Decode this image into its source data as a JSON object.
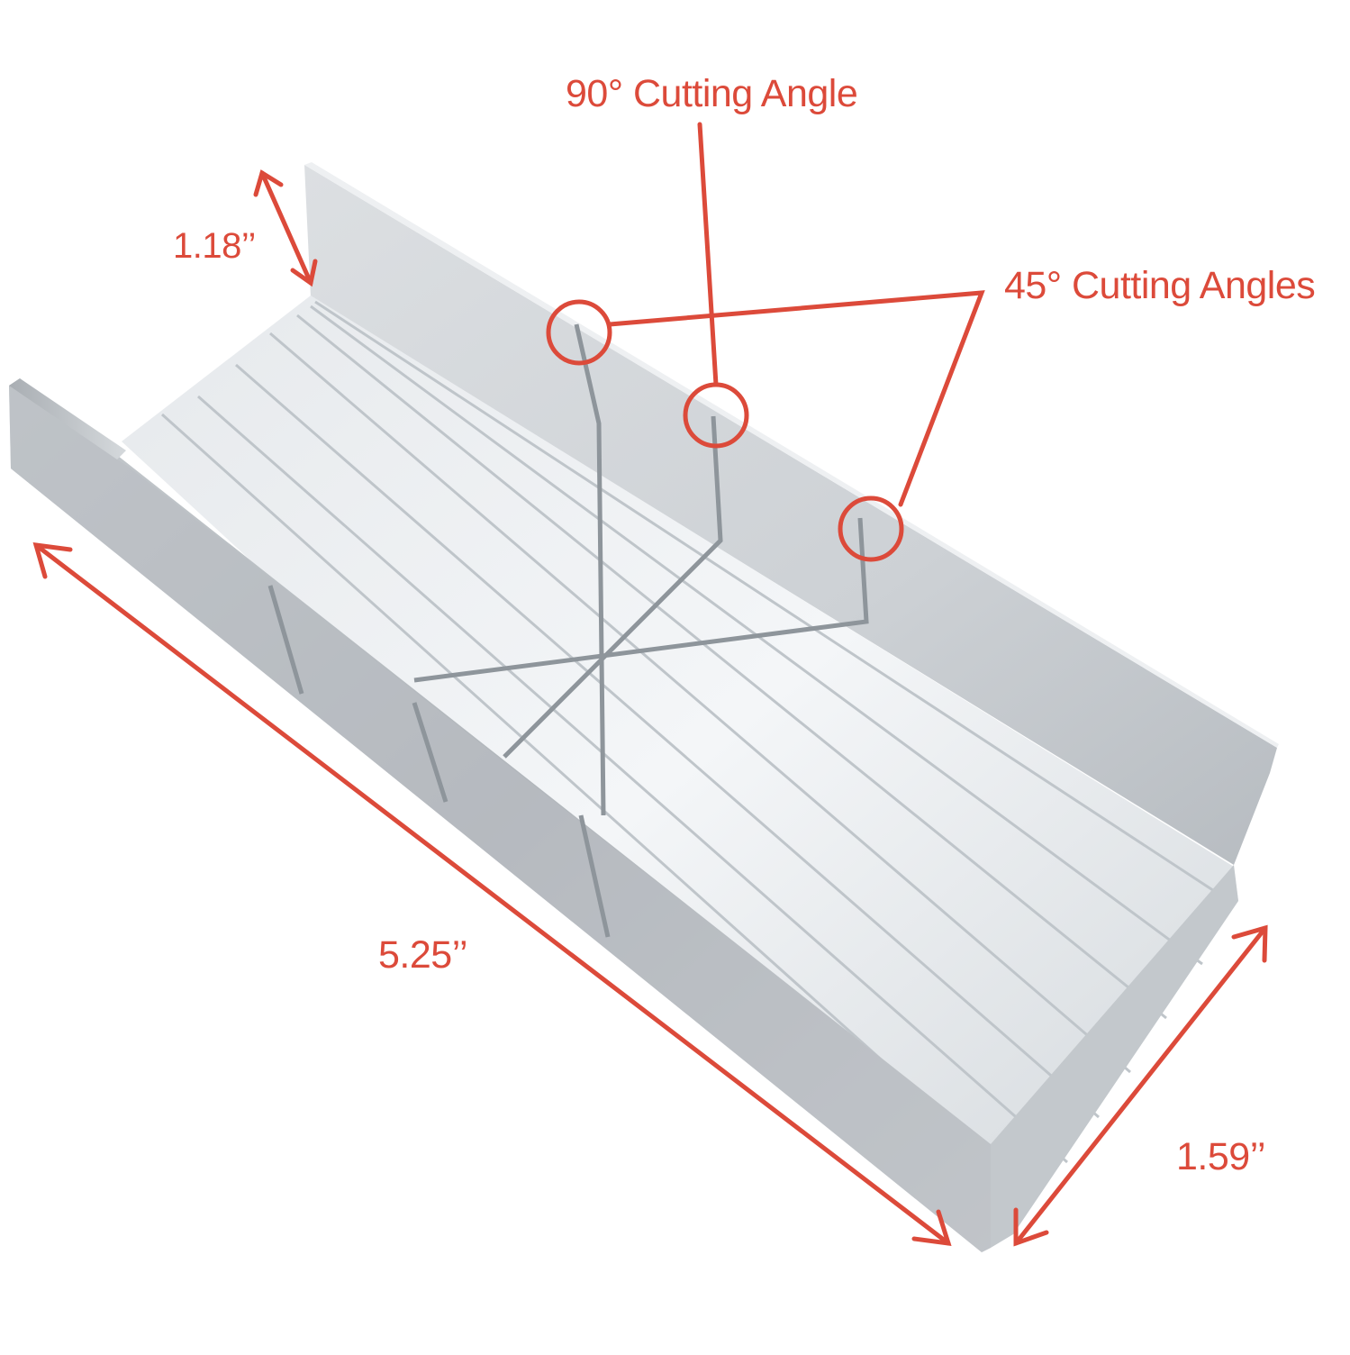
{
  "colors": {
    "annotation": "#dc4a3a",
    "aluminum_light": "#e9ecef",
    "aluminum_mid": "#c9ced3",
    "aluminum_dark": "#9fa5ab",
    "background": "#ffffff"
  },
  "annotations": {
    "cutting_90": "90° Cutting Angle",
    "cutting_45": "45° Cutting Angles",
    "wall_height": "1.18’’",
    "length": "5.25’’",
    "width": "1.59’’"
  },
  "product": {
    "name": "aluminum-miter-box"
  }
}
